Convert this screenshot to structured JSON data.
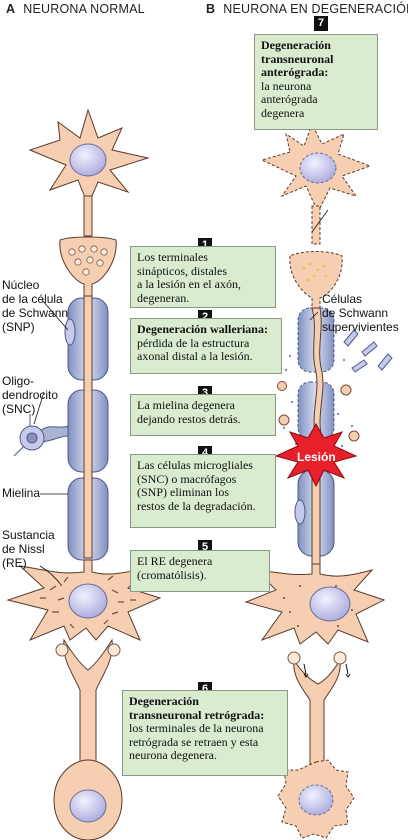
{
  "header": {
    "left_letter": "A",
    "left_title": "NEURONA NORMAL",
    "right_letter": "B",
    "right_title": "NEURONA EN DEGENERACIÓN"
  },
  "labels": {
    "schwann_nucleus": [
      "Núcleo",
      "de la célula",
      "de Schwann",
      "(SNP)"
    ],
    "oligodendrocyte": [
      "Oligo-",
      "dendrocito",
      "(SNC)"
    ],
    "myelin": "Mielina",
    "nissl": [
      "Sustancia",
      "de Nissl",
      "(RE)"
    ],
    "surviving_schwann": [
      "Células",
      "de Schwann",
      "supervivientes"
    ],
    "lesion": "Lesión"
  },
  "steps": [
    {
      "n": "7",
      "title": [
        "Degeneración",
        "transneuronal",
        "anterógrada:"
      ],
      "body": [
        "la neurona",
        "anterógrada",
        "degenera"
      ]
    },
    {
      "n": "1",
      "title": [],
      "body": [
        "Los terminales",
        "sinápticos, distales",
        "a la lesión en el axón,",
        "degeneran."
      ]
    },
    {
      "n": "2",
      "title": [
        "Degeneración walleriana:"
      ],
      "body": [
        "pérdida de la estructura",
        "axonal distal a la lesión."
      ]
    },
    {
      "n": "3",
      "title": [],
      "body": [
        "La mielina degenera",
        "dejando restos detrás."
      ]
    },
    {
      "n": "4",
      "title": [],
      "body": [
        "Las células microgliales",
        "(SNC) o macrófagos",
        "(SNP) eliminan los",
        "restos de la degradación."
      ]
    },
    {
      "n": "5",
      "title": [],
      "body": [
        "El RE degenera",
        "(cromatólisis)."
      ]
    },
    {
      "n": "6",
      "title": [
        "Degeneración",
        "transneuronal retrógrada:"
      ],
      "body": [
        "los terminales de la neurona",
        "retrógrada se retraen y esta",
        "neurona degenera."
      ]
    }
  ],
  "colors": {
    "neuron_fill": "#f6cfb2",
    "neuron_stroke": "#5a3b2c",
    "nucleus": "#c9c9ec",
    "myelin": "#aab5d6",
    "box_fill": "#d9ecd0",
    "lesion": "#e8202a",
    "axon_fill": "#f4caa8"
  }
}
